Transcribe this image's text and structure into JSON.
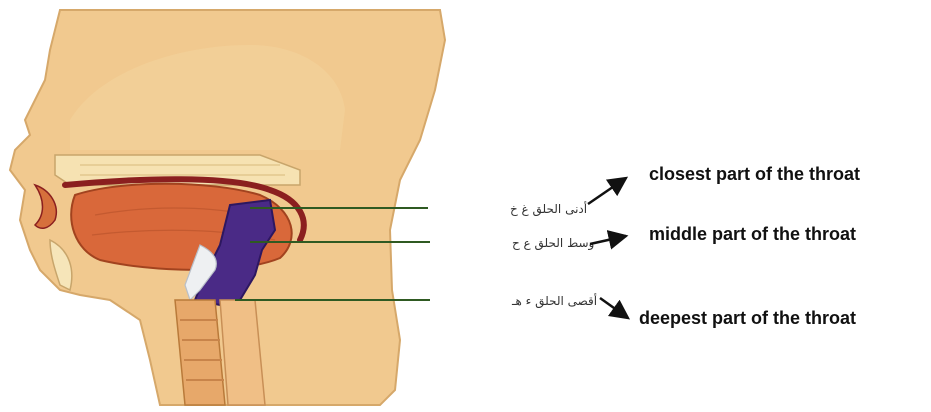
{
  "labels": {
    "closest": {
      "arabic": "أدنى الحلق غ خ",
      "english": "closest part of the throat"
    },
    "middle": {
      "arabic": "وسط الحلق ع ح",
      "english": "middle part of the throat"
    },
    "deepest": {
      "arabic": "أقصى الحلق ء هـ",
      "english": "deepest part of the throat"
    }
  },
  "colors": {
    "skin": "#f1c98f",
    "nasal_cavity": "#f6e2b2",
    "tongue": "#d9683a",
    "palate_line": "#8b1f1f",
    "pharynx_highlight": "#4a2a86",
    "trachea": "#e7a86a",
    "leader_line": "#2f5a22"
  }
}
